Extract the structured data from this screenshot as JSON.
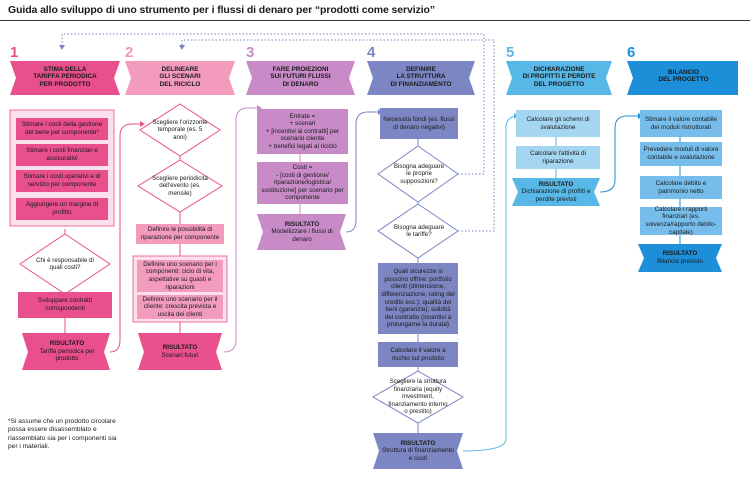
{
  "title": "Guida allo sviluppo di uno strumento per i flussi di denaro per “prodotti come servizio”",
  "colors": {
    "pink": "#e84f8c",
    "pink_light": "#f29bbd",
    "purple": "#c88bc8",
    "purple_light": "#e0b8e0",
    "slate": "#7b86c2",
    "slate_light": "#aeb5dc",
    "sky": "#57b7e6",
    "sky_light": "#a4d6f2",
    "blue": "#1c8fd8",
    "blue_light": "#77bdeb"
  },
  "steps": [
    {
      "number": "1",
      "title_line1": "STIMA DELLA",
      "title_line2": "TARIFFA PERIODICA",
      "title_line3": "PER PRODOTTO"
    },
    {
      "number": "2",
      "title_line1": "DELINEARE",
      "title_line2": "GLI SCENARI",
      "title_line3": "DEL RICICLO"
    },
    {
      "number": "3",
      "title_line1": "FARE PROIEZIONI",
      "title_line2": "SUI FUTURI FLUSSI",
      "title_line3": "DI DENARO"
    },
    {
      "number": "4",
      "title_line1": "DEFINIRE",
      "title_line2": "LA STRUTTURA",
      "title_line3": "DI FINANZIAMENTO"
    },
    {
      "number": "5",
      "title_line1": "DICHIARAZIONE",
      "title_line2": "DI PROFITTI E PERDITE",
      "title_line3": "DEL PROGETTO"
    },
    {
      "number": "6",
      "title_line1": "BILANCIO",
      "title_line2": "DEL PROGETTO",
      "title_line3": ""
    }
  ],
  "col1": {
    "box1": "Stimare i costi della gestione del bene per componente*",
    "box2": "Stimare i costi finanziari e assicurativi",
    "box3": "Stimare i costi operativi e di servizio per componente",
    "box4": "Aggiungere un margine di profitto",
    "diamond": "Chi è responsabile di quali costi?",
    "box5": "Sviluppare contratti corrispondenti",
    "result_title": "RISULTATO",
    "result_text": "Tariffa periodica per prodotto"
  },
  "col2": {
    "diamond1": "Scegliere l'orizzonte temporale (es. 5 anni)",
    "diamond2": "Scegliere periodicità dell'evento (es. mensile)",
    "box1": "Definire le possibilità di riparazione per componente",
    "box2": "Definire uno scenario per i componenti: ciclo di vita, aspettative su guasti e riparazioni",
    "box3": "Definire uno scenario per il cliente: crescita prevista e uscita dei clienti",
    "result_title": "RISULTATO",
    "result_text": "Scenari futuri"
  },
  "col3": {
    "box1_l1": "Entrate =",
    "box1_l2": "+ scenari",
    "box1_l3": "+ [incentivi ai contratti] per scenario cliente",
    "box1_l4": "+ benefici legati al riciclo",
    "box2_l1": "Costi =",
    "box2_l2": "- [costi di gestione/ riparazione/logistica/ sostituzione] per scenario per componente",
    "result_title": "RISULTATO",
    "result_text": "Modellizzare i flussi di denaro"
  },
  "col4": {
    "box1": "Necessità fondi (es. flussi di denaro negativi)",
    "diamond1": "Bisogna adeguare le proprie supposizioni?",
    "diamond2": "Bisogna adeguare le tariffe?",
    "box2": "Quali sicurezze si possono offrire: portfolio clienti (dimensione, differenziazione, rating del credito ecc.); qualità dei beni (garanzia); solidità del contratto (incentivi a prolungarne la durata)",
    "box3": "Calcolare il valore a rischio sul prodotto",
    "diamond3": "Scegliere la struttura finanziaria (equity investment, finanziamento interno o prestito)",
    "result_title": "RISULTATO",
    "result_text": "Struttura di finanziamento e costi"
  },
  "col5": {
    "box1": "Calcolare gli schemi di svalutazione",
    "box2": "Calcolare l'attività di riparazione",
    "result_title": "RISULTATO",
    "result_text": "Dichiarazione di profitti e perdite previsti"
  },
  "col6": {
    "box1": "Stimare il valore contabile dei moduli ristrutturati",
    "box2": "Prevedere moduli di valore contabile e svalutazione",
    "box3": "Calcolare debito e patrimonio netto",
    "box4": "Calcolare i rapporti finanziari (es. solvenza/rapporto debito-capitale)",
    "result_title": "RISULTATO",
    "result_text": "Bilancio previsto"
  },
  "footnote": "*Si assume che un prodotto circolare possa essere disassemblato e riassemblato sia per i componenti sia per i materiali."
}
